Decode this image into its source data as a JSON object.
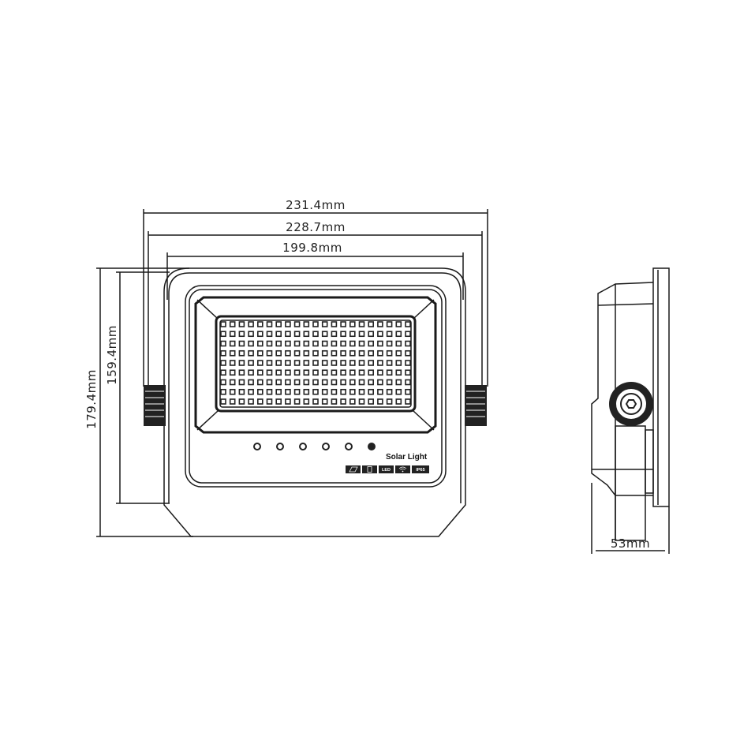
{
  "dimensions": {
    "overall_width": "231.4mm",
    "housing_width": "228.7mm",
    "panel_width": "199.8mm",
    "overall_height": "179.4mm",
    "panel_height": "159.4mm",
    "depth": "53mm"
  },
  "product": {
    "label": "Solar Light",
    "led_grid": {
      "columns": 21,
      "rows": 9
    },
    "indicator_count": 6,
    "badges": [
      "solar-panel",
      "battery",
      "LED",
      "wireless",
      "IP65"
    ]
  }
}
